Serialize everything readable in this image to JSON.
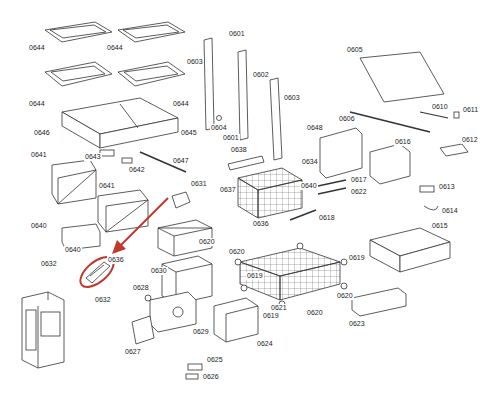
{
  "diagram": {
    "labels": [
      "0644",
      "0644",
      "0644",
      "0644",
      "0646",
      "0645",
      "0641",
      "0643",
      "0647",
      "0642",
      "0641",
      "0640",
      "0640",
      "0636",
      "0632",
      "0632",
      "0631",
      "0620",
      "0630",
      "0628",
      "0629",
      "0627",
      "0625",
      "0626",
      "0624",
      "0601",
      "0603",
      "0602",
      "0603",
      "0604",
      "0601",
      "0638",
      "0634",
      "0637",
      "0636",
      "0618",
      "0620",
      "0619",
      "0621",
      "0619",
      "0620",
      "0619",
      "0620",
      "0605",
      "0610",
      "0611",
      "0606",
      "0648",
      "0616",
      "0612",
      "0640",
      "0617",
      "0622",
      "0613",
      "0614",
      "0615",
      "0623"
    ]
  }
}
